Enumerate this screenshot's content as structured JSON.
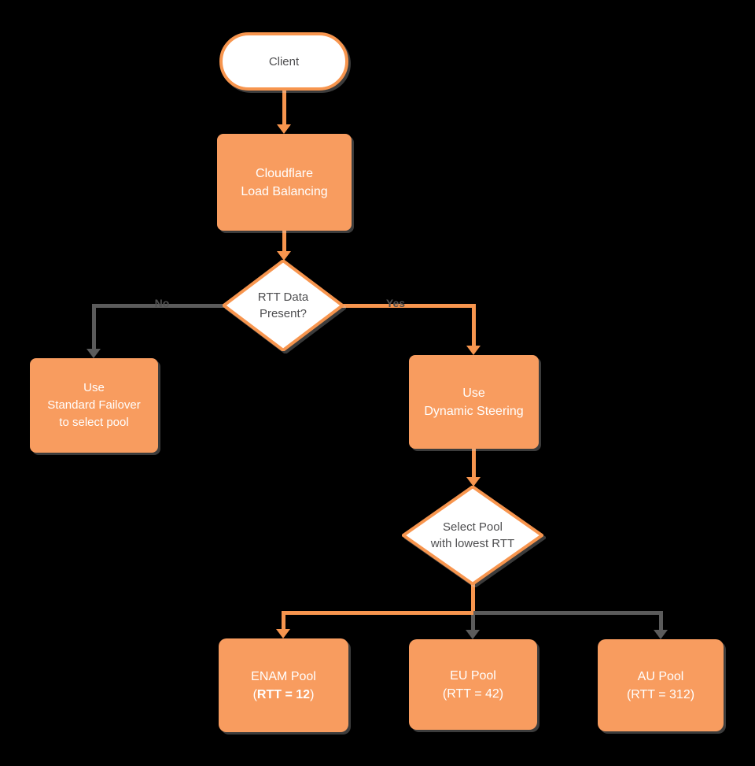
{
  "colors": {
    "shape_fill": "#F89C5F",
    "shape_stroke": "#F7954E",
    "connector_gray": "#5B5B5B",
    "text_on_orange": "#FFFFFF",
    "text_dark": "#4E4E50",
    "edge_label_text": "#4F4F4F",
    "background": "#000000"
  },
  "nodes": {
    "client": {
      "label": "Client"
    },
    "load_balancing": {
      "line1": "Cloudflare",
      "line2": "Load Balancing"
    },
    "rtt_decision": {
      "line1": "RTT Data",
      "line2": "Present?"
    },
    "standard_failover": {
      "line1": "Use",
      "line2": "Standard Failover",
      "line3": "to select pool"
    },
    "dynamic_steering": {
      "line1": "Use",
      "line2": "Dynamic Steering"
    },
    "select_pool": {
      "line1": "Select Pool",
      "line2": "with lowest RTT"
    },
    "enam_pool": {
      "line1": "ENAM Pool",
      "open_paren": "(",
      "rtt_bold": "RTT = 12",
      "close_paren": ")"
    },
    "eu_pool": {
      "line1": "EU Pool",
      "line2": "(RTT = 42)"
    },
    "au_pool": {
      "line1": "AU Pool",
      "line2": "(RTT = 312)"
    }
  },
  "edges": {
    "no_label": "No",
    "yes_label": "Yes"
  }
}
